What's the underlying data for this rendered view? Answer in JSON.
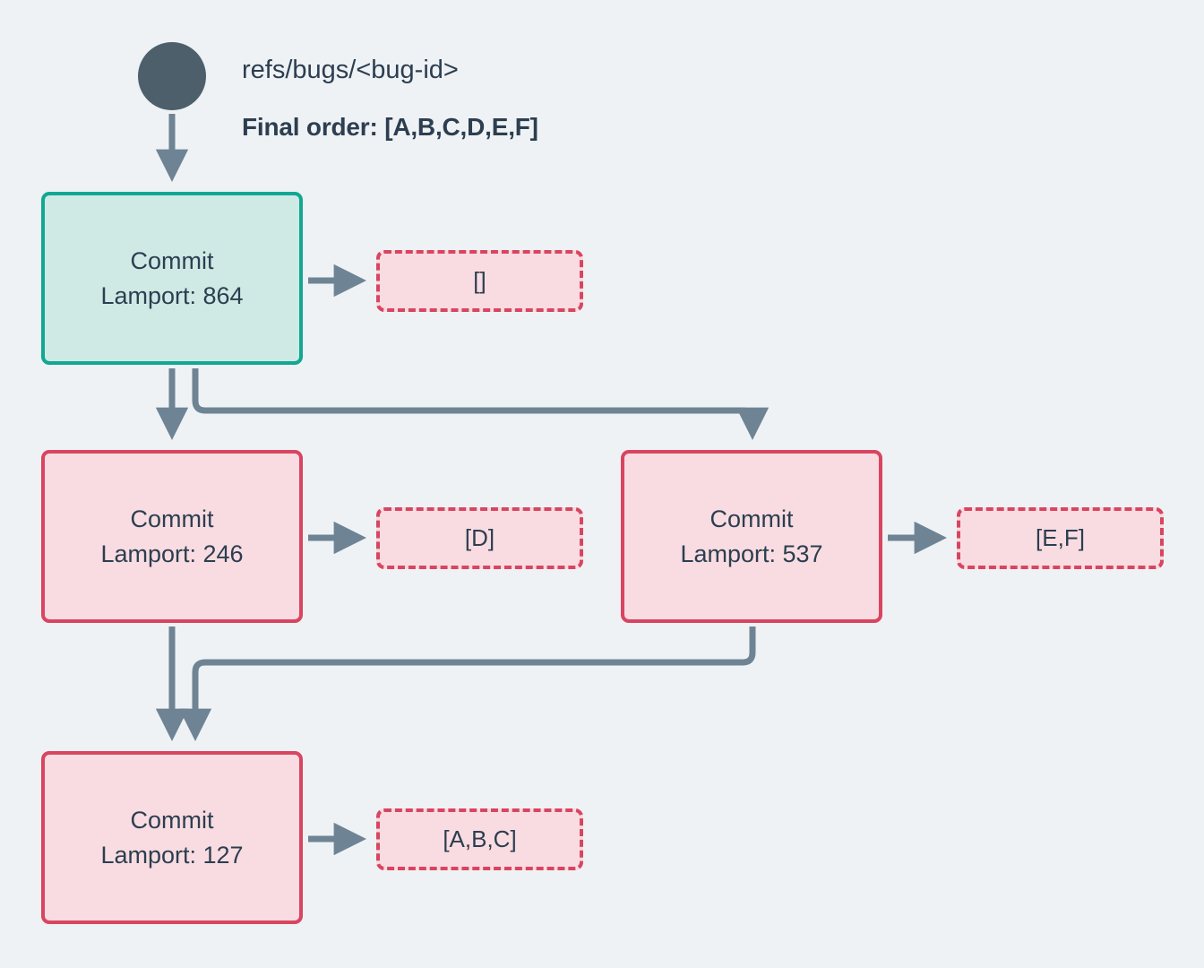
{
  "diagram": {
    "background_color": "#eff2f5",
    "root": {
      "icon": "root-node-circle",
      "color": "#4c5f6b",
      "ref_label": "refs/bugs/<bug-id>",
      "final_order_label": "Final order: [A,B,C,D,E,F]"
    },
    "palette": {
      "head_border": "#11a893",
      "head_fill": "#cfeae5",
      "commit_border": "#d94560",
      "commit_fill": "#f8dce1",
      "edge": "#6e8494",
      "text": "#2c3e50"
    },
    "nodes": [
      {
        "id": "head",
        "title": "Commit",
        "lamport": "Lamport: 864",
        "ops": "[]",
        "kind": "head"
      },
      {
        "id": "c246",
        "title": "Commit",
        "lamport": "Lamport: 246",
        "ops": "[D]",
        "kind": "commit"
      },
      {
        "id": "c537",
        "title": "Commit",
        "lamport": "Lamport: 537",
        "ops": "[E,F]",
        "kind": "commit"
      },
      {
        "id": "c127",
        "title": "Commit",
        "lamport": "Lamport: 127",
        "ops": "[A,B,C]",
        "kind": "commit"
      }
    ],
    "edges": [
      {
        "from": "root",
        "to": "head"
      },
      {
        "from": "head",
        "to": "c246"
      },
      {
        "from": "head",
        "to": "c537"
      },
      {
        "from": "c246",
        "to": "c127"
      },
      {
        "from": "c537",
        "to": "c127"
      },
      {
        "from": "head",
        "to": "ops-head"
      },
      {
        "from": "c246",
        "to": "ops-c246"
      },
      {
        "from": "c537",
        "to": "ops-c537"
      },
      {
        "from": "c127",
        "to": "ops-c127"
      }
    ]
  }
}
